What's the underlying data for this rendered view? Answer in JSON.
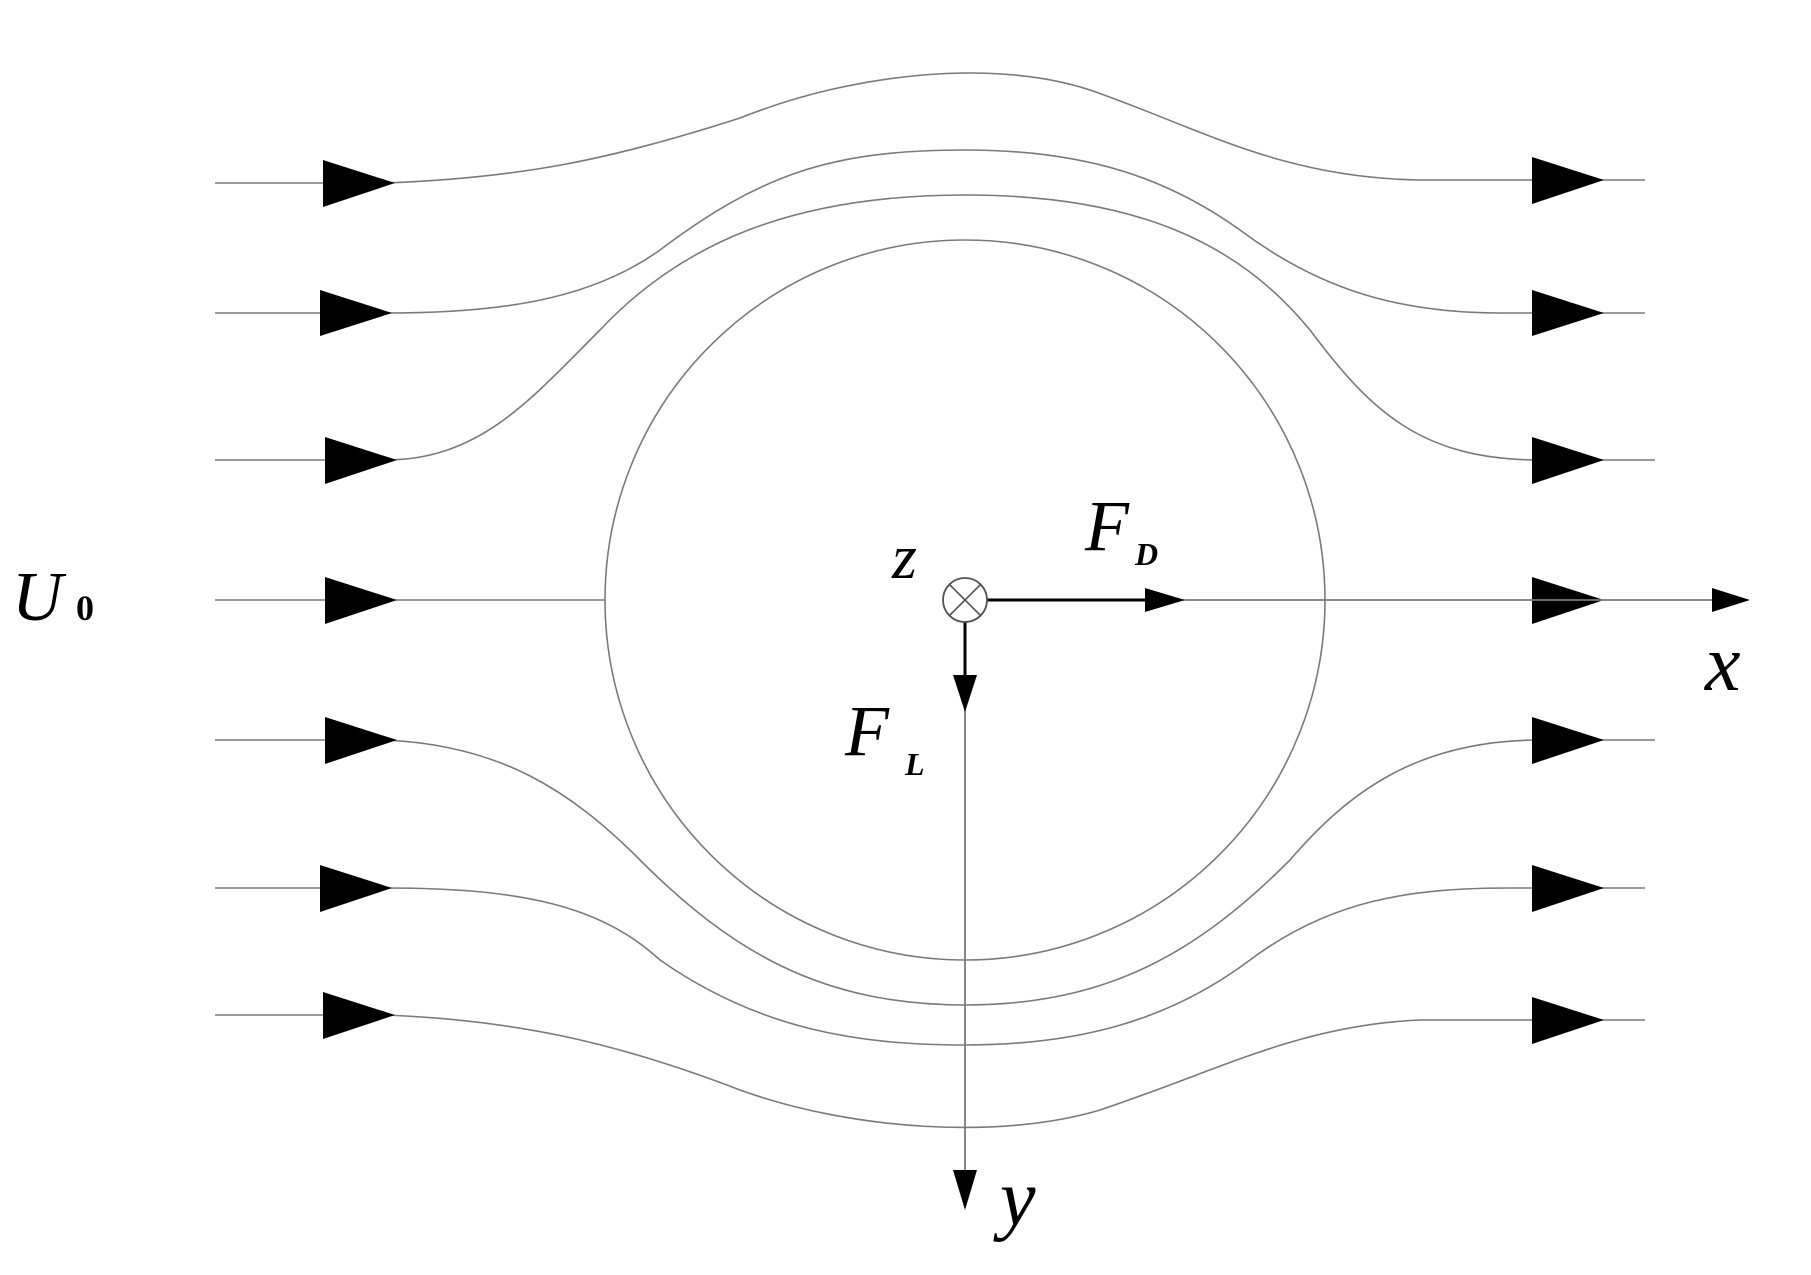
{
  "labels": {
    "freestream_main": "U",
    "freestream_sub": "0",
    "axis_x": "x",
    "axis_y": "y",
    "axis_z": "z",
    "drag_main": "F",
    "drag_sub": "D",
    "lift_main": "F",
    "lift_sub": "L"
  },
  "colors": {
    "streamline": "#7a7a7a",
    "arrow": "#000000",
    "background": "#ffffff"
  },
  "icons": {
    "z_axis_marker": "into-page-cross-circle"
  }
}
